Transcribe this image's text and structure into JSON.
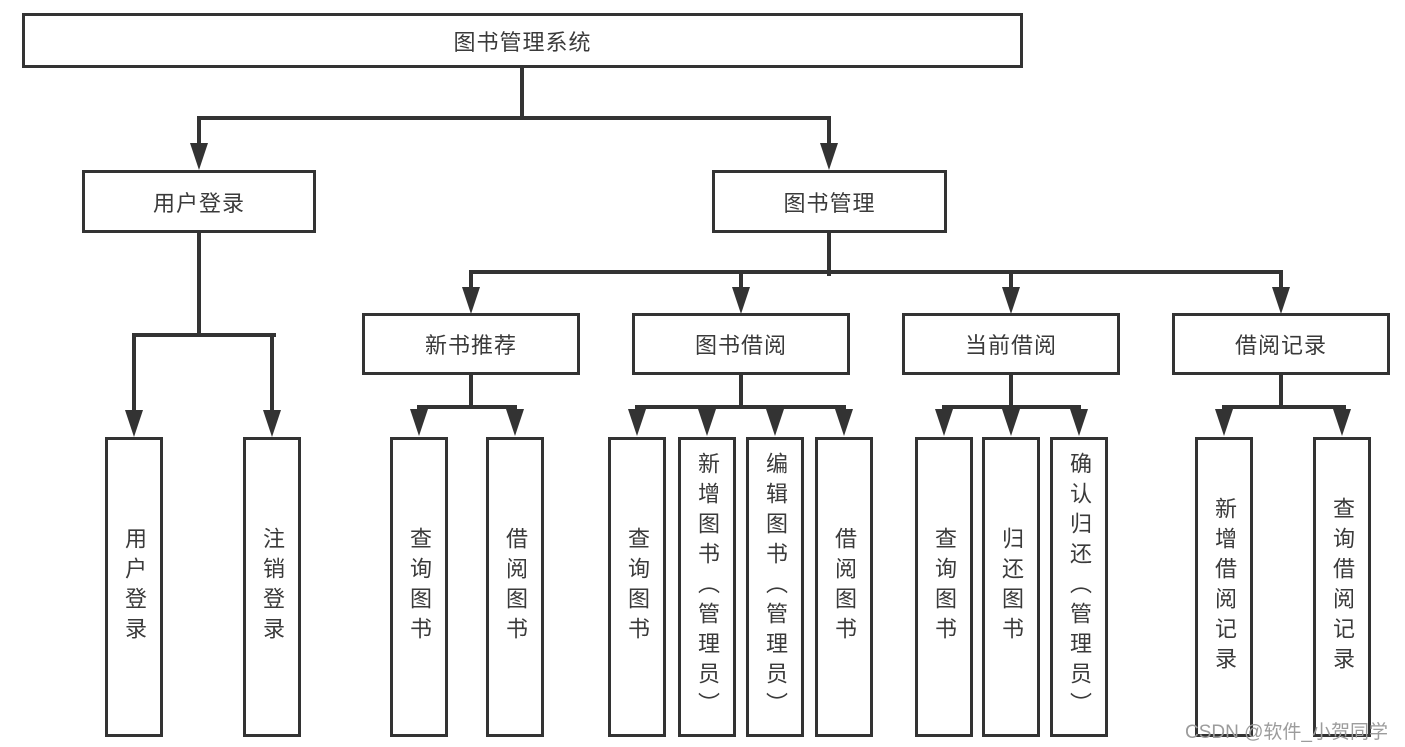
{
  "tree": {
    "label": "图书管理系统",
    "children": [
      {
        "label": "用户登录",
        "children": [
          {
            "label": "用户登录"
          },
          {
            "label": "注销登录"
          }
        ]
      },
      {
        "label": "图书管理",
        "children": [
          {
            "label": "新书推荐",
            "children": [
              {
                "label": "查询图书"
              },
              {
                "label": "借阅图书"
              }
            ]
          },
          {
            "label": "图书借阅",
            "children": [
              {
                "label": "查询图书"
              },
              {
                "label": "新增图书（管理员）"
              },
              {
                "label": "编辑图书（管理员）"
              },
              {
                "label": "借阅图书"
              }
            ]
          },
          {
            "label": "当前借阅",
            "children": [
              {
                "label": "查询图书"
              },
              {
                "label": "归还图书"
              },
              {
                "label": "确认归还（管理员）"
              }
            ]
          },
          {
            "label": "借阅记录",
            "children": [
              {
                "label": "新增借阅记录"
              },
              {
                "label": "查询借阅记录"
              }
            ]
          }
        ]
      }
    ]
  },
  "watermark": {
    "text": "CSDN @软件_小贺同学"
  },
  "colors": {
    "line": "#333333",
    "text": "#3a3a3a",
    "watermark": "#9c9c9c",
    "background": "#ffffff"
  }
}
